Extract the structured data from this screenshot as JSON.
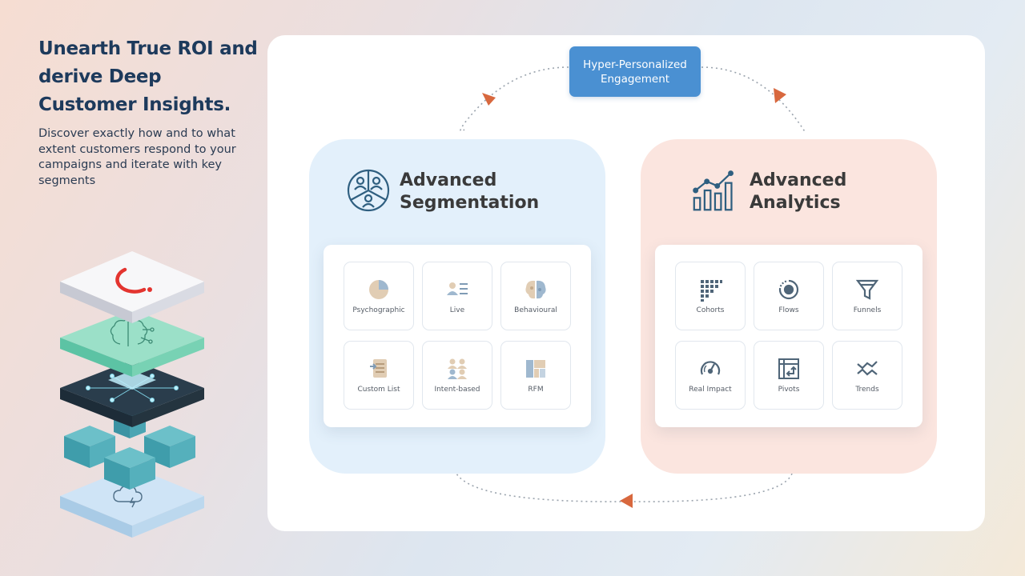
{
  "hero": {
    "headline_lines": [
      "Unearth True ROI and",
      "derive Deep",
      "Customer Insights."
    ],
    "subtext": "Discover exactly how and to what extent customers respond to your campaigns and iterate with key segments"
  },
  "colors": {
    "headline": "#1d3a5c",
    "engagement_box": "#4a90d2",
    "segmentation_panel": "#e3f0fb",
    "analytics_panel": "#fbe5df",
    "arrow_accent": "#d8683e",
    "icon_stroke": "#2f5f80"
  },
  "engagement": {
    "lines": [
      "Hyper-Personalized",
      "Engagement"
    ]
  },
  "segmentation": {
    "title_lines": [
      "Advanced",
      "Segmentation"
    ],
    "icon": "segmentation-people-circle-icon",
    "tiles": [
      {
        "label": "Psychographic",
        "icon": "pie-chart-icon"
      },
      {
        "label": "Live",
        "icon": "user-list-icon"
      },
      {
        "label": "Behavioural",
        "icon": "brain-icon"
      },
      {
        "label": "Custom List",
        "icon": "document-list-icon"
      },
      {
        "label": "Intent-based",
        "icon": "users-group-icon"
      },
      {
        "label": "RFM",
        "icon": "grid-blocks-icon"
      }
    ]
  },
  "analytics": {
    "title_lines": [
      "Advanced",
      "Analytics"
    ],
    "icon": "bar-chart-trend-icon",
    "tiles": [
      {
        "label": "Cohorts",
        "icon": "cohort-grid-icon"
      },
      {
        "label": "Flows",
        "icon": "flow-cycle-icon"
      },
      {
        "label": "Funnels",
        "icon": "funnel-icon"
      },
      {
        "label": "Real Impact",
        "icon": "gauge-icon"
      },
      {
        "label": "Pivots",
        "icon": "pivot-table-icon"
      },
      {
        "label": "Trends",
        "icon": "trend-lines-icon"
      }
    ]
  }
}
